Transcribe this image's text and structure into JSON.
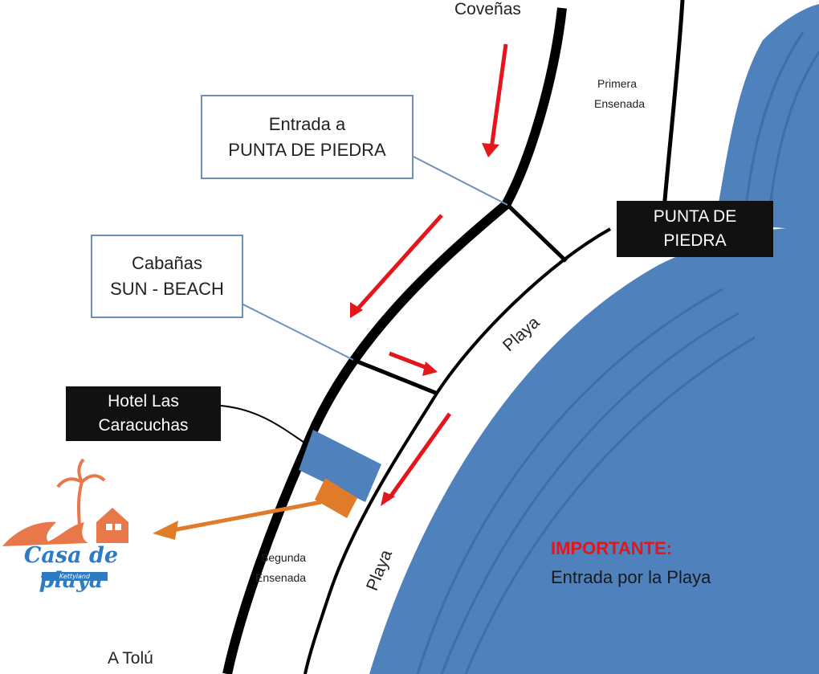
{
  "places": {
    "covenas": "Coveñas",
    "tolu": "A Tolú",
    "primera_line1": "Primera",
    "primera_line2": "Ensenada",
    "segunda_line1": "Segunda",
    "segunda_line2": "Ensenada",
    "playa": "Playa"
  },
  "callouts": {
    "entrada_line1": "Entrada a",
    "entrada_line2": "PUNTA DE PIEDRA",
    "cabanas_line1": "Cabañas",
    "cabanas_line2": "SUN - BEACH"
  },
  "dark_labels": {
    "punta_line1": "PUNTA DE",
    "punta_line2": "PIEDRA",
    "hotel_line1": "Hotel Las",
    "hotel_line2": "Caracuchas"
  },
  "notice": {
    "title": "IMPORTANTE:",
    "text": "Entrada por la Playa"
  },
  "logo": {
    "name": "Casa de playa",
    "tagline": "Kettyland"
  },
  "colors": {
    "sea": "#4f81bd",
    "sea_lines": "#3e6fa8",
    "road": "#000000",
    "arrows": "#e3161b",
    "callout_border": "#6f8fb5",
    "logo_orange": "#e8774a",
    "logo_blue": "#2d7bc2",
    "marker_orange": "#e07b2a"
  }
}
